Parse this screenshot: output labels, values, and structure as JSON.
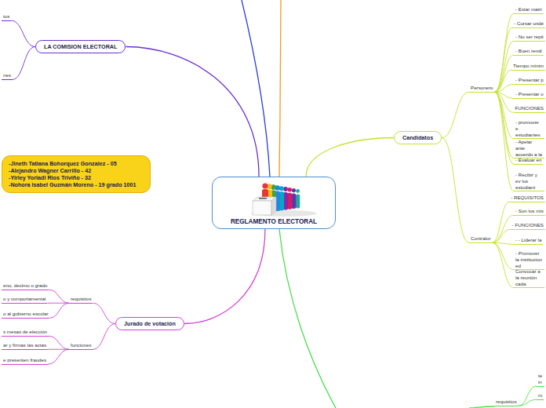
{
  "diagram": {
    "nodes": [
      {
        "text": [
          "REGLAMENTO ELECTORAL"
        ]
      },
      {
        "text": [
          "LA COMISION ELECTORAL"
        ]
      },
      {
        "text": [
          "tos"
        ]
      },
      {
        "text": [
          "nes"
        ]
      },
      {
        "text": [
          "-Jineth Tatiana Bohorquez Gonzalez - 05",
          "-Alejandro Wagner Carrillo - 42",
          "-Yirley Yorladi Rios Triviño - 32",
          "-Nohora Isabel Guzmán Moreno - 19 grado 1001"
        ]
      },
      {
        "text": [
          "Jurado de votación"
        ]
      },
      {
        "text": [
          "requisitos"
        ]
      },
      {
        "text": [
          "eno, decimo o grado"
        ]
      },
      {
        "text": [
          "o y comportamental"
        ]
      },
      {
        "text": [
          "o al gobierno escolar"
        ]
      },
      {
        "text": [
          "funciones"
        ]
      },
      {
        "text": [
          "s mesas de elección"
        ]
      },
      {
        "text": [
          "ar y firmas las actas"
        ]
      },
      {
        "text": [
          "e presenten fraudes"
        ]
      },
      {
        "text": [
          "Candidatos"
        ]
      },
      {
        "text": [
          "Personero"
        ]
      },
      {
        "text": [
          "- Estar matri"
        ]
      },
      {
        "text": [
          "- Cursar undé"
        ]
      },
      {
        "text": [
          "- No ser repit"
        ]
      },
      {
        "text": [
          "- Buen rendi"
        ]
      },
      {
        "text": [
          "Tiempo mínim"
        ]
      },
      {
        "text": [
          "- Presentar p"
        ]
      },
      {
        "text": [
          "- Presentar o"
        ]
      },
      {
        "text": [
          "FUNCIONES"
        ]
      },
      {
        "text": [
          "- promover e estudiantes"
        ]
      },
      {
        "text": [
          "- Apelar ante acuerdo a la"
        ]
      },
      {
        "text": [
          "- Evaluar en"
        ]
      },
      {
        "text": [
          "- Recibir y ev los estudiant"
        ]
      },
      {
        "text": [
          "Contralor"
        ]
      },
      {
        "text": [
          "- REQUISITOS"
        ]
      },
      {
        "text": [
          "- Son los mis"
        ]
      },
      {
        "text": [
          "- FUNCIONES"
        ]
      },
      {
        "text": [
          "- - Liderar la"
        ]
      },
      {
        "text": [
          "- Promover la institucion ed"
        ]
      },
      {
        "text": [
          "Convocar a la reunión cada"
        ]
      },
      {
        "text": [
          "requisitos"
        ]
      },
      {
        "text": [
          "te in"
        ]
      },
      {
        "text": [
          "m"
        ]
      }
    ],
    "edges": [
      {
        "from": 0,
        "to": 1,
        "arrow": "none"
      },
      {
        "from": 1,
        "to": 2,
        "arrow": "none"
      },
      {
        "from": 1,
        "to": 3,
        "arrow": "none"
      },
      {
        "from": 0,
        "to": 5,
        "arrow": "none"
      },
      {
        "from": 5,
        "to": 6,
        "arrow": "none"
      },
      {
        "from": 6,
        "to": 7,
        "arrow": "none"
      },
      {
        "from": 6,
        "to": 8,
        "arrow": "none"
      },
      {
        "from": 6,
        "to": 9,
        "arrow": "none"
      },
      {
        "from": 5,
        "to": 10,
        "arrow": "none"
      },
      {
        "from": 10,
        "to": 11,
        "arrow": "none"
      },
      {
        "from": 10,
        "to": 12,
        "arrow": "none"
      },
      {
        "from": 10,
        "to": 13,
        "arrow": "none"
      },
      {
        "from": 0,
        "to": 14,
        "arrow": "none"
      },
      {
        "from": 14,
        "to": 15,
        "arrow": "none"
      },
      {
        "from": 15,
        "to": 16,
        "arrow": "none"
      },
      {
        "from": 15,
        "to": 17,
        "arrow": "none"
      },
      {
        "from": 15,
        "to": 18,
        "arrow": "none"
      },
      {
        "from": 15,
        "to": 19,
        "arrow": "none"
      },
      {
        "from": 15,
        "to": 20,
        "arrow": "none"
      },
      {
        "from": 15,
        "to": 21,
        "arrow": "none"
      },
      {
        "from": 15,
        "to": 22,
        "arrow": "none"
      },
      {
        "from": 15,
        "to": 23,
        "arrow": "none"
      },
      {
        "from": 15,
        "to": 24,
        "arrow": "none"
      },
      {
        "from": 15,
        "to": 25,
        "arrow": "none"
      },
      {
        "from": 15,
        "to": 26,
        "arrow": "none"
      },
      {
        "from": 15,
        "to": 27,
        "arrow": "none"
      },
      {
        "from": 14,
        "to": 28,
        "arrow": "none"
      },
      {
        "from": 28,
        "to": 29,
        "arrow": "none"
      },
      {
        "from": 28,
        "to": 30,
        "arrow": "none"
      },
      {
        "from": 28,
        "to": 31,
        "arrow": "none"
      },
      {
        "from": 28,
        "to": 32,
        "arrow": "none"
      },
      {
        "from": 28,
        "to": 33,
        "arrow": "none"
      },
      {
        "from": 28,
        "to": 34,
        "arrow": "none"
      },
      {
        "from": 35,
        "to": 36,
        "arrow": "none"
      },
      {
        "from": 35,
        "to": 37,
        "arrow": "none"
      }
    ]
  }
}
